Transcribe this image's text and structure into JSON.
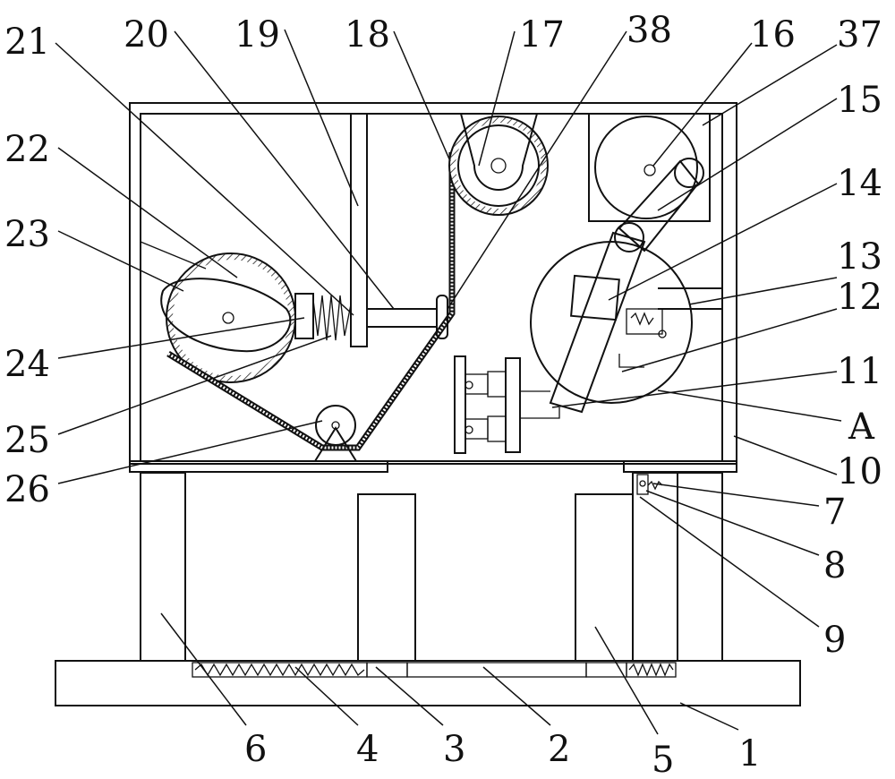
{
  "figure": {
    "labels": [
      "21",
      "20",
      "19",
      "18",
      "17",
      "38",
      "16",
      "37",
      "15",
      "14",
      "13",
      "12",
      "11",
      "A",
      "10",
      "7",
      "8",
      "9",
      "1",
      "5",
      "2",
      "3",
      "4",
      "6",
      "26",
      "25",
      "24",
      "23",
      "22"
    ]
  }
}
